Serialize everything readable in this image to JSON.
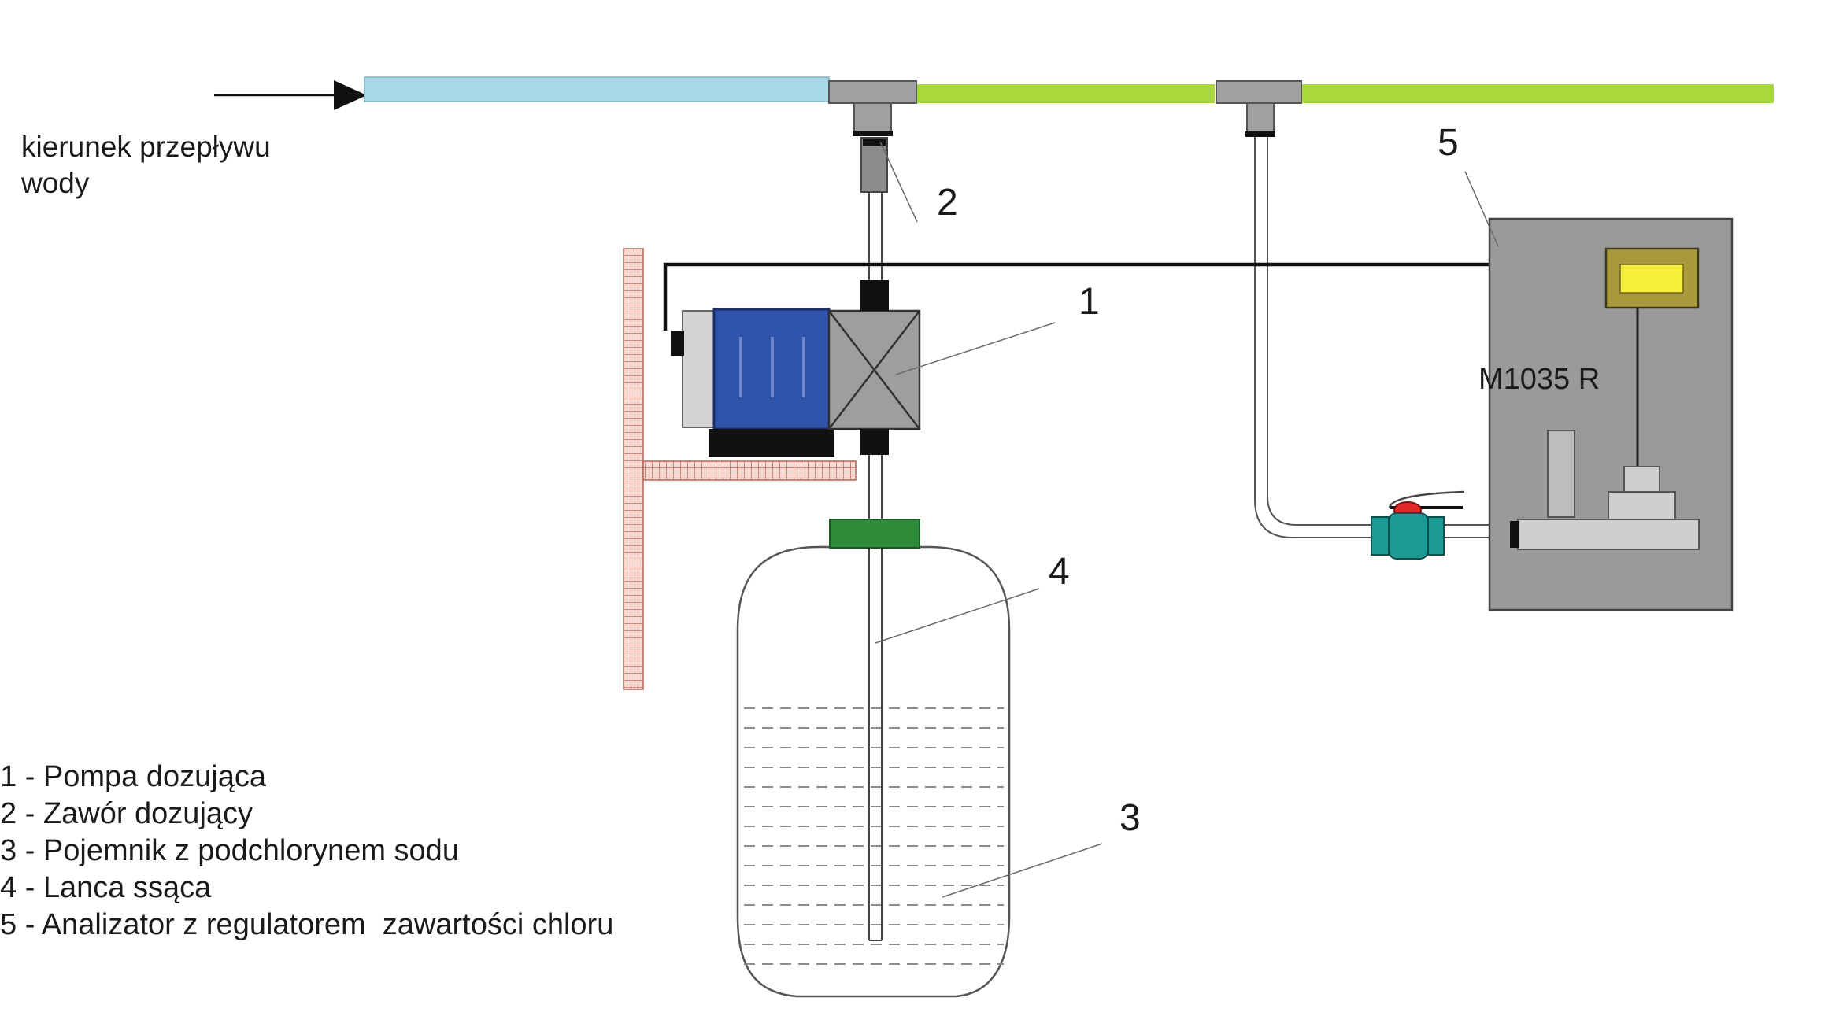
{
  "flow_label": {
    "line1": "kierunek przepływu",
    "line2": "wody"
  },
  "callouts": {
    "n1": "1",
    "n2": "2",
    "n3": "3",
    "n4": "4",
    "n5": "5"
  },
  "analyzer_model": "M1035 R",
  "legend": [
    "1 - Pompa dozująca",
    "2 - Zawór dozujący",
    "3 - Pojemnik z podchlorynem sodu",
    "4 - Lanca ssąca",
    "5 - Analizator z regulatorem  zawartości chloru"
  ],
  "colors": {
    "inlet_pipe": "#a8d8e6",
    "treated_pipe": "#a8d83c",
    "pump_motor": "#2f53a8",
    "tank_cap": "#2e8b3a",
    "analyzer_panel": "#9a9a9a",
    "display_screen": "#f7ee3a",
    "valve_body": "#1e9a96",
    "valve_handle": "#e02828",
    "bracket": "#c98a7c"
  }
}
